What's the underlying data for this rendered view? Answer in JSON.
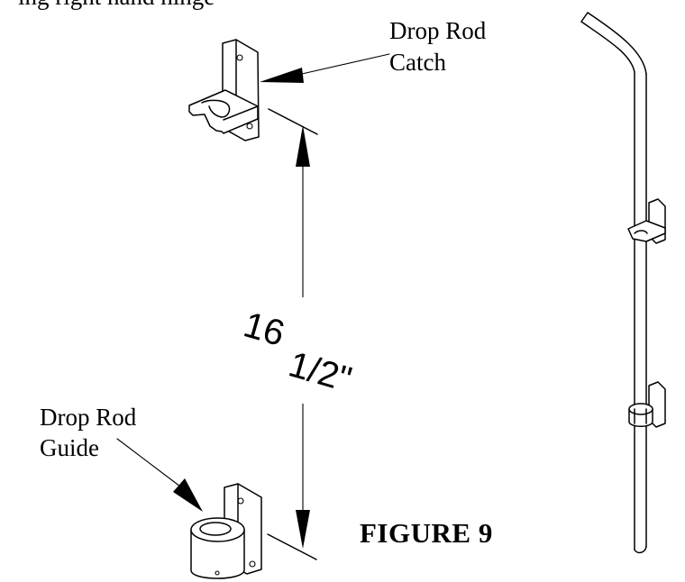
{
  "top_text_fragment": "ing right   hand     hinge",
  "callouts": {
    "catch": {
      "line1": "Drop Rod",
      "line2": "Catch"
    },
    "guide": {
      "line1": "Drop Rod",
      "line2": "Guide"
    }
  },
  "dimension": {
    "whole": "16",
    "fraction": "1/2\""
  },
  "figure_label": "FIGURE 9"
}
